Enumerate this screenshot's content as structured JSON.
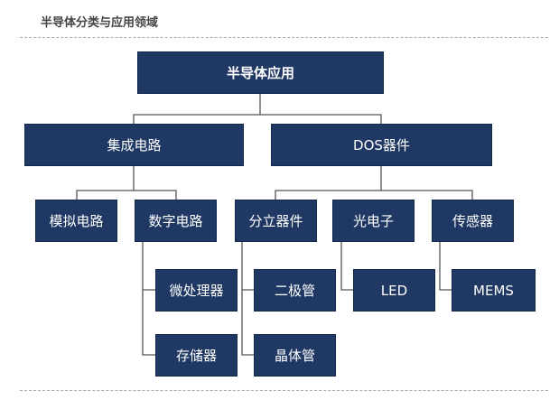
{
  "title": "半导体分类与应用领域",
  "nodes": {
    "root": "半导体应用",
    "ic": "集成电路",
    "dos": "DOS器件",
    "analog": "模拟电路",
    "digital": "数字电路",
    "discrete": "分立器件",
    "opto": "光电子",
    "sensor": "传感器",
    "mpu": "微处理器",
    "memory": "存储器",
    "diode": "二极管",
    "transistor": "晶体管",
    "led": "LED",
    "mems": "MEMS"
  },
  "colors": {
    "box": "#1f3864",
    "line": "#555555"
  }
}
